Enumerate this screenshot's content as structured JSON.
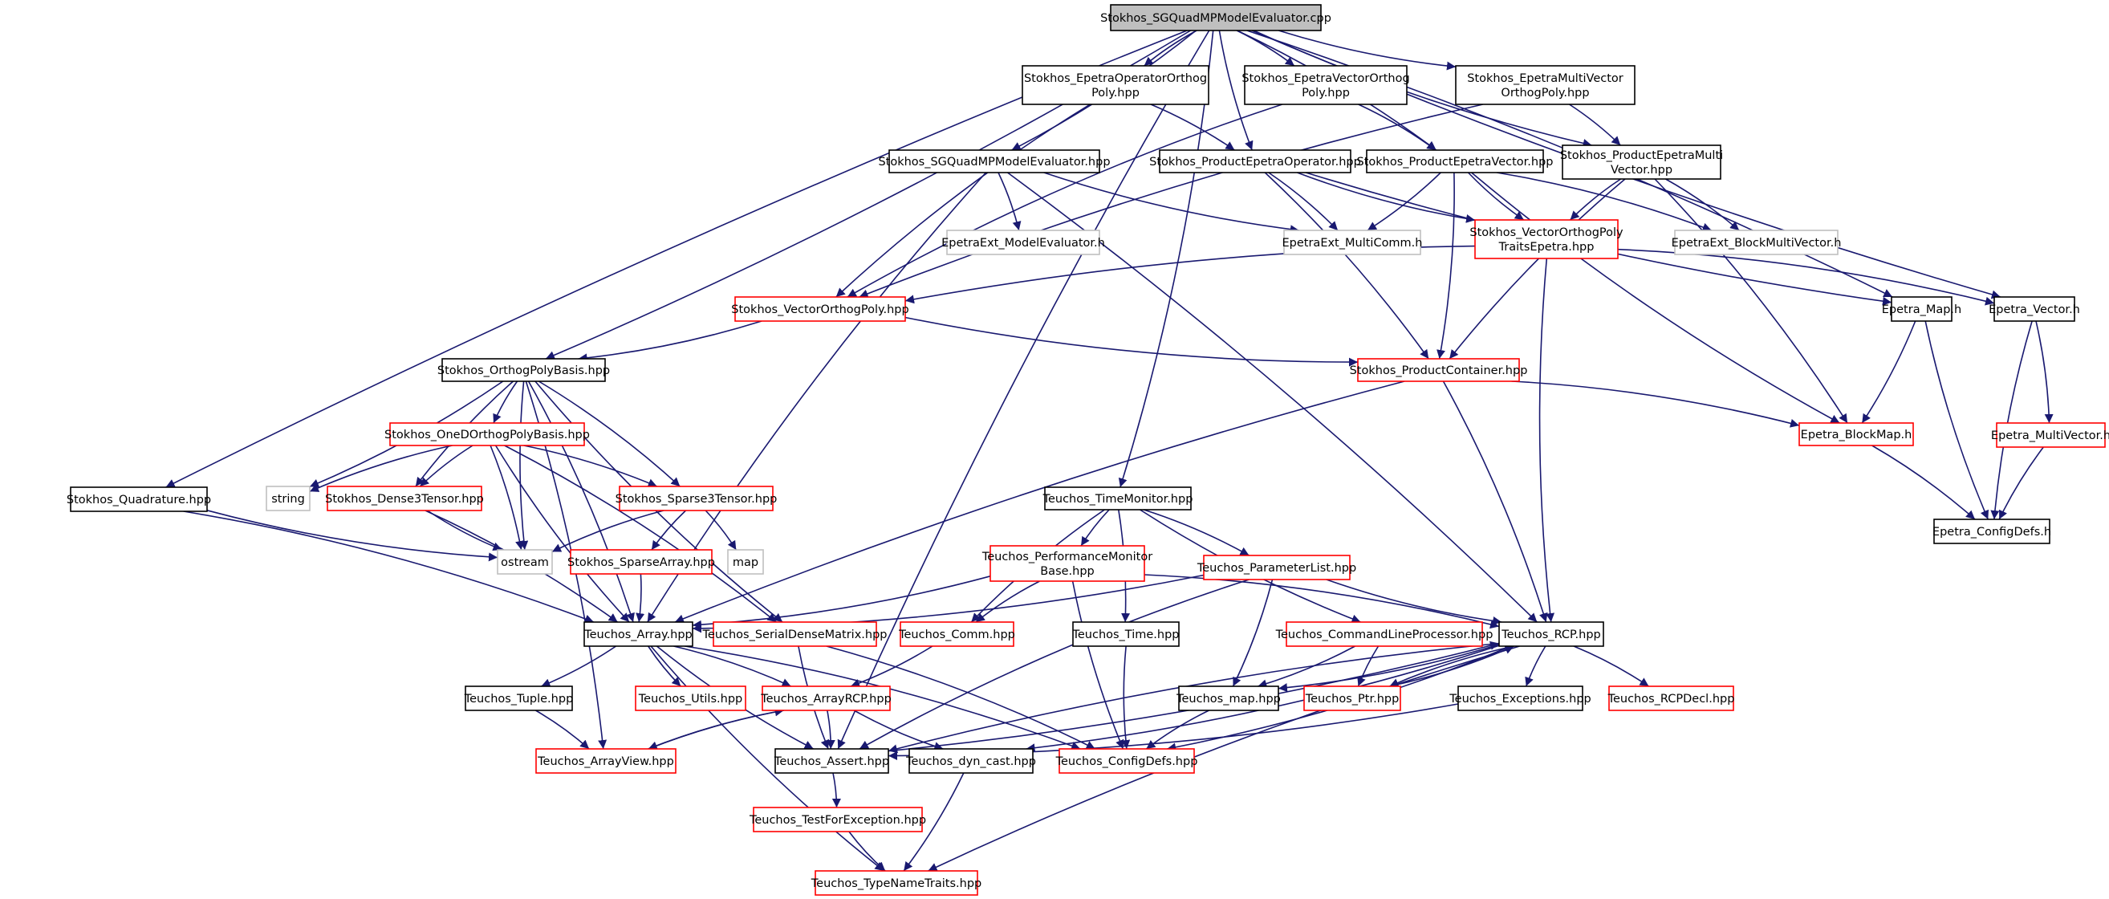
{
  "diagram": {
    "type": "include-dependency-graph",
    "colors": {
      "edge": "#191970",
      "border_default": "#000000",
      "border_red": "#ff0000",
      "border_gray": "#bfbfbf",
      "root_fill": "#bfbfbf"
    },
    "nodes": [
      {
        "id": "root",
        "lines": [
          "Stokhos_SGQuadMPModelEvaluator.cpp"
        ],
        "style": "root"
      },
      {
        "id": "epetraopop",
        "lines": [
          "Stokhos_EpetraOperatorOrthog",
          "Poly.hpp"
        ],
        "style": "black"
      },
      {
        "id": "epetravecop",
        "lines": [
          "Stokhos_EpetraVectorOrthog",
          "Poly.hpp"
        ],
        "style": "black"
      },
      {
        "id": "epetramvop",
        "lines": [
          "Stokhos_EpetraMultiVector",
          "OrthogPoly.hpp"
        ],
        "style": "black"
      },
      {
        "id": "sgquadhpp",
        "lines": [
          "Stokhos_SGQuadMPModelEvaluator.hpp"
        ],
        "style": "black"
      },
      {
        "id": "prodop",
        "lines": [
          "Stokhos_ProductEpetraOperator.hpp"
        ],
        "style": "black"
      },
      {
        "id": "prodvec",
        "lines": [
          "Stokhos_ProductEpetraVector.hpp"
        ],
        "style": "black"
      },
      {
        "id": "prodmv",
        "lines": [
          "Stokhos_ProductEpetraMulti",
          "Vector.hpp"
        ],
        "style": "black"
      },
      {
        "id": "modeleval",
        "lines": [
          "EpetraExt_ModelEvaluator.h"
        ],
        "style": "gray"
      },
      {
        "id": "multicomm",
        "lines": [
          "EpetraExt_MultiComm.h"
        ],
        "style": "gray"
      },
      {
        "id": "vopte",
        "lines": [
          "Stokhos_VectorOrthogPoly",
          "TraitsEpetra.hpp"
        ],
        "style": "red"
      },
      {
        "id": "blockmv",
        "lines": [
          "EpetraExt_BlockMultiVector.h"
        ],
        "style": "gray"
      },
      {
        "id": "vop",
        "lines": [
          "Stokhos_VectorOrthogPoly.hpp"
        ],
        "style": "red"
      },
      {
        "id": "emap",
        "lines": [
          "Epetra_Map.h"
        ],
        "style": "black"
      },
      {
        "id": "evec",
        "lines": [
          "Epetra_Vector.h"
        ],
        "style": "black"
      },
      {
        "id": "opb",
        "lines": [
          "Stokhos_OrthogPolyBasis.hpp"
        ],
        "style": "black"
      },
      {
        "id": "pcont",
        "lines": [
          "Stokhos_ProductContainer.hpp"
        ],
        "style": "red"
      },
      {
        "id": "odopb",
        "lines": [
          "Stokhos_OneDOrthogPolyBasis.hpp"
        ],
        "style": "red"
      },
      {
        "id": "blockmap",
        "lines": [
          "Epetra_BlockMap.h"
        ],
        "style": "red"
      },
      {
        "id": "emv",
        "lines": [
          "Epetra_MultiVector.h"
        ],
        "style": "red"
      },
      {
        "id": "quad",
        "lines": [
          "Stokhos_Quadrature.hpp"
        ],
        "style": "black"
      },
      {
        "id": "string",
        "lines": [
          "string"
        ],
        "style": "gray"
      },
      {
        "id": "d3t",
        "lines": [
          "Stokhos_Dense3Tensor.hpp"
        ],
        "style": "red"
      },
      {
        "id": "s3t",
        "lines": [
          "Stokhos_Sparse3Tensor.hpp"
        ],
        "style": "red"
      },
      {
        "id": "tmon",
        "lines": [
          "Teuchos_TimeMonitor.hpp"
        ],
        "style": "black"
      },
      {
        "id": "cfgdefs_e",
        "lines": [
          "Epetra_ConfigDefs.h"
        ],
        "style": "black"
      },
      {
        "id": "ostream",
        "lines": [
          "ostream"
        ],
        "style": "gray"
      },
      {
        "id": "map",
        "lines": [
          "map"
        ],
        "style": "gray"
      },
      {
        "id": "sparr",
        "lines": [
          "Stokhos_SparseArray.hpp"
        ],
        "style": "red"
      },
      {
        "id": "perfmon",
        "lines": [
          "Teuchos_PerformanceMonitor",
          "Base.hpp"
        ],
        "style": "red"
      },
      {
        "id": "plist",
        "lines": [
          "Teuchos_ParameterList.hpp"
        ],
        "style": "red"
      },
      {
        "id": "tarray",
        "lines": [
          "Teuchos_Array.hpp"
        ],
        "style": "black"
      },
      {
        "id": "sdm",
        "lines": [
          "Teuchos_SerialDenseMatrix.hpp"
        ],
        "style": "red"
      },
      {
        "id": "tcomm",
        "lines": [
          "Teuchos_Comm.hpp"
        ],
        "style": "red"
      },
      {
        "id": "ttime",
        "lines": [
          "Teuchos_Time.hpp"
        ],
        "style": "black"
      },
      {
        "id": "clp",
        "lines": [
          "Teuchos_CommandLineProcessor.hpp"
        ],
        "style": "red"
      },
      {
        "id": "trcp",
        "lines": [
          "Teuchos_RCP.hpp"
        ],
        "style": "black"
      },
      {
        "id": "ttuple",
        "lines": [
          "Teuchos_Tuple.hpp"
        ],
        "style": "black"
      },
      {
        "id": "tutils",
        "lines": [
          "Teuchos_Utils.hpp"
        ],
        "style": "red"
      },
      {
        "id": "tarcp",
        "lines": [
          "Teuchos_ArrayRCP.hpp"
        ],
        "style": "red"
      },
      {
        "id": "tmaphpp",
        "lines": [
          "Teuchos_map.hpp"
        ],
        "style": "black"
      },
      {
        "id": "tptr",
        "lines": [
          "Teuchos_Ptr.hpp"
        ],
        "style": "red"
      },
      {
        "id": "texc",
        "lines": [
          "Teuchos_Exceptions.hpp"
        ],
        "style": "black"
      },
      {
        "id": "trcpdecl",
        "lines": [
          "Teuchos_RCPDecl.hpp"
        ],
        "style": "red"
      },
      {
        "id": "tav",
        "lines": [
          "Teuchos_ArrayView.hpp"
        ],
        "style": "red"
      },
      {
        "id": "tassert",
        "lines": [
          "Teuchos_Assert.hpp"
        ],
        "style": "black"
      },
      {
        "id": "tdyn",
        "lines": [
          "Teuchos_dyn_cast.hpp"
        ],
        "style": "black"
      },
      {
        "id": "tcfg",
        "lines": [
          "Teuchos_ConfigDefs.hpp"
        ],
        "style": "red"
      },
      {
        "id": "ttfe",
        "lines": [
          "Teuchos_TestForException.hpp"
        ],
        "style": "red"
      },
      {
        "id": "ttnt",
        "lines": [
          "Teuchos_TypeNameTraits.hpp"
        ],
        "style": "red"
      }
    ],
    "edges": [
      [
        "root",
        "epetraopop"
      ],
      [
        "root",
        "epetravecop"
      ],
      [
        "root",
        "epetramvop"
      ],
      [
        "root",
        "sgquadhpp"
      ],
      [
        "root",
        "prodop"
      ],
      [
        "root",
        "prodvec"
      ],
      [
        "root",
        "prodmv"
      ],
      [
        "root",
        "emap"
      ],
      [
        "root",
        "evec"
      ],
      [
        "root",
        "opb"
      ],
      [
        "root",
        "quad"
      ],
      [
        "root",
        "tmon"
      ],
      [
        "root",
        "tassert"
      ],
      [
        "epetraopop",
        "prodop"
      ],
      [
        "epetraopop",
        "vop"
      ],
      [
        "epetravecop",
        "prodvec"
      ],
      [
        "epetravecop",
        "vop"
      ],
      [
        "epetramvop",
        "prodmv"
      ],
      [
        "epetramvop",
        "vop"
      ],
      [
        "sgquadhpp",
        "modeleval"
      ],
      [
        "sgquadhpp",
        "multicomm"
      ],
      [
        "sgquadhpp",
        "trcp"
      ],
      [
        "sgquadhpp",
        "tarray"
      ],
      [
        "prodop",
        "multicomm"
      ],
      [
        "prodop",
        "vopte"
      ],
      [
        "prodop",
        "pcont"
      ],
      [
        "prodop",
        "emap"
      ],
      [
        "prodvec",
        "multicomm"
      ],
      [
        "prodvec",
        "vopte"
      ],
      [
        "prodvec",
        "pcont"
      ],
      [
        "prodvec",
        "blockmap"
      ],
      [
        "prodvec",
        "blockmv"
      ],
      [
        "prodmv",
        "vopte"
      ],
      [
        "prodmv",
        "blockmv"
      ],
      [
        "prodmv",
        "pcont"
      ],
      [
        "prodmv",
        "blockmap"
      ],
      [
        "vopte",
        "vop"
      ],
      [
        "vopte",
        "evec"
      ],
      [
        "vopte",
        "trcp"
      ],
      [
        "vop",
        "opb"
      ],
      [
        "vop",
        "pcont"
      ],
      [
        "emap",
        "blockmap"
      ],
      [
        "emap",
        "cfgdefs_e"
      ],
      [
        "evec",
        "emv"
      ],
      [
        "evec",
        "cfgdefs_e"
      ],
      [
        "blockmap",
        "cfgdefs_e"
      ],
      [
        "emv",
        "cfgdefs_e"
      ],
      [
        "pcont",
        "trcp"
      ],
      [
        "pcont",
        "tarray"
      ],
      [
        "pcont",
        "blockmap"
      ],
      [
        "opb",
        "odopb"
      ],
      [
        "opb",
        "string"
      ],
      [
        "opb",
        "d3t"
      ],
      [
        "opb",
        "s3t"
      ],
      [
        "opb",
        "ostream"
      ],
      [
        "opb",
        "tarray"
      ],
      [
        "opb",
        "sdm"
      ],
      [
        "opb",
        "tav"
      ],
      [
        "odopb",
        "string"
      ],
      [
        "odopb",
        "ostream"
      ],
      [
        "odopb",
        "d3t"
      ],
      [
        "odopb",
        "s3t"
      ],
      [
        "odopb",
        "tarray"
      ],
      [
        "odopb",
        "sdm"
      ],
      [
        "d3t",
        "ostream"
      ],
      [
        "d3t",
        "tarray"
      ],
      [
        "s3t",
        "ostream"
      ],
      [
        "s3t",
        "map"
      ],
      [
        "s3t",
        "sparr"
      ],
      [
        "sparr",
        "tarray"
      ],
      [
        "quad",
        "ostream"
      ],
      [
        "quad",
        "tarray"
      ],
      [
        "tmon",
        "perfmon"
      ],
      [
        "tmon",
        "plist"
      ],
      [
        "tmon",
        "tcomm"
      ],
      [
        "tmon",
        "ttime"
      ],
      [
        "tmon",
        "clp"
      ],
      [
        "perfmon",
        "tarray"
      ],
      [
        "perfmon",
        "tcomm"
      ],
      [
        "perfmon",
        "trcp"
      ],
      [
        "perfmon",
        "tcfg"
      ],
      [
        "plist",
        "tarray"
      ],
      [
        "plist",
        "trcp"
      ],
      [
        "plist",
        "tmaphpp"
      ],
      [
        "plist",
        "tassert"
      ],
      [
        "tcomm",
        "tarcp"
      ],
      [
        "ttime",
        "tcfg"
      ],
      [
        "clp",
        "tmaphpp"
      ],
      [
        "clp",
        "tptr"
      ],
      [
        "tarray",
        "ttuple"
      ],
      [
        "tarray",
        "tutils"
      ],
      [
        "tarray",
        "tarcp"
      ],
      [
        "tarray",
        "tassert"
      ],
      [
        "tarray",
        "tcfg"
      ],
      [
        "tarray",
        "ttnt"
      ],
      [
        "sdm",
        "tcfg"
      ],
      [
        "sdm",
        "tassert"
      ],
      [
        "ttuple",
        "tav"
      ],
      [
        "tarcp",
        "tav"
      ],
      [
        "tarcp",
        "tassert"
      ],
      [
        "tarcp",
        "tdyn"
      ],
      [
        "tav",
        "tarcp"
      ],
      [
        "trcp",
        "tptr"
      ],
      [
        "trcp",
        "tmaphpp"
      ],
      [
        "trcp",
        "texc"
      ],
      [
        "trcp",
        "trcpdecl"
      ],
      [
        "trcp",
        "tassert"
      ],
      [
        "trcp",
        "tcfg"
      ],
      [
        "trcp",
        "ttnt"
      ],
      [
        "trcp",
        "tdyn"
      ],
      [
        "tptr",
        "trcp"
      ],
      [
        "texc",
        "tassert"
      ],
      [
        "tmaphpp",
        "tcfg"
      ],
      [
        "tassert",
        "ttfe"
      ],
      [
        "ttfe",
        "ttnt"
      ],
      [
        "tdyn",
        "ttnt"
      ],
      [
        "tassert",
        "trcp"
      ]
    ]
  }
}
